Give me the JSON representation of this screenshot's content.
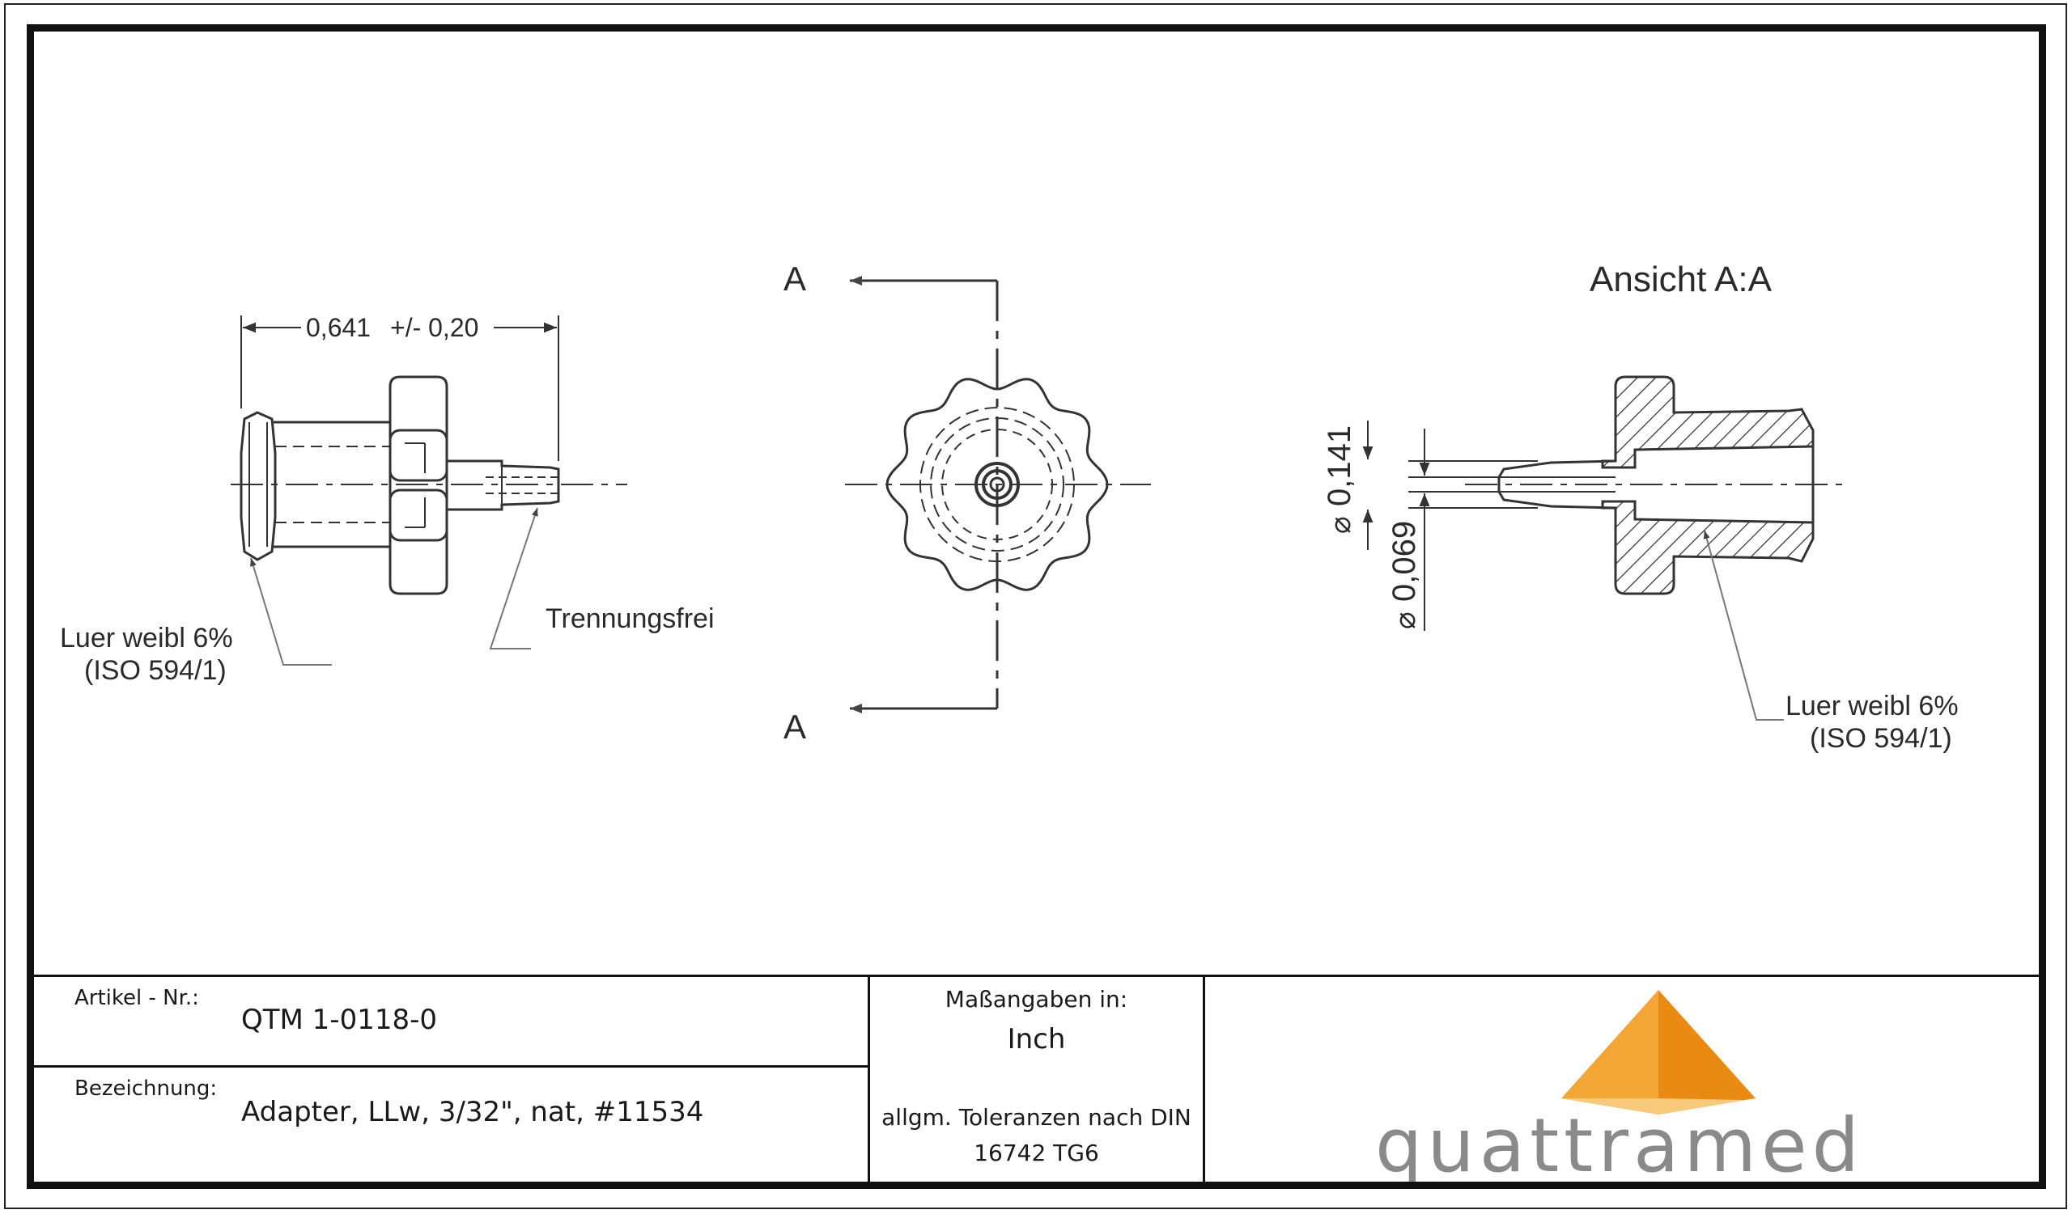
{
  "views": {
    "front": {
      "length_value": "0,641",
      "tolerance": "+/-  0,20",
      "luer_line1": "Luer  weibl  6%",
      "luer_line2": "(ISO  594/1)",
      "trennungsfrei": "Trennungsfrei"
    },
    "section_marker": {
      "top_letter": "A",
      "bottom_letter": "A"
    },
    "section_view": {
      "title": "Ansicht  A:A",
      "dia_outer": "0,141",
      "dia_inner": "0,069",
      "luer_line1": "Luer  weibl  6%",
      "luer_line2": "(ISO  594/1)"
    }
  },
  "titleblock": {
    "artikel_label": "Artikel - Nr.:",
    "artikel_value": "QTM 1-0118-0",
    "bezeichnung_label": "Bezeichnung:",
    "bezeichnung_value": "Adapter, LLw, 3/32\", nat, #11534",
    "units_label": "Maßangaben in:",
    "units_value": "Inch",
    "tolerance_line1": "allgm. Toleranzen nach DIN",
    "tolerance_line2": "16742 TG6"
  },
  "logo": {
    "text": "quattramed",
    "colors": {
      "left": "#f3a636",
      "right": "#e98b12",
      "base": "#f8c97a",
      "text": "#8a8a8a"
    }
  }
}
